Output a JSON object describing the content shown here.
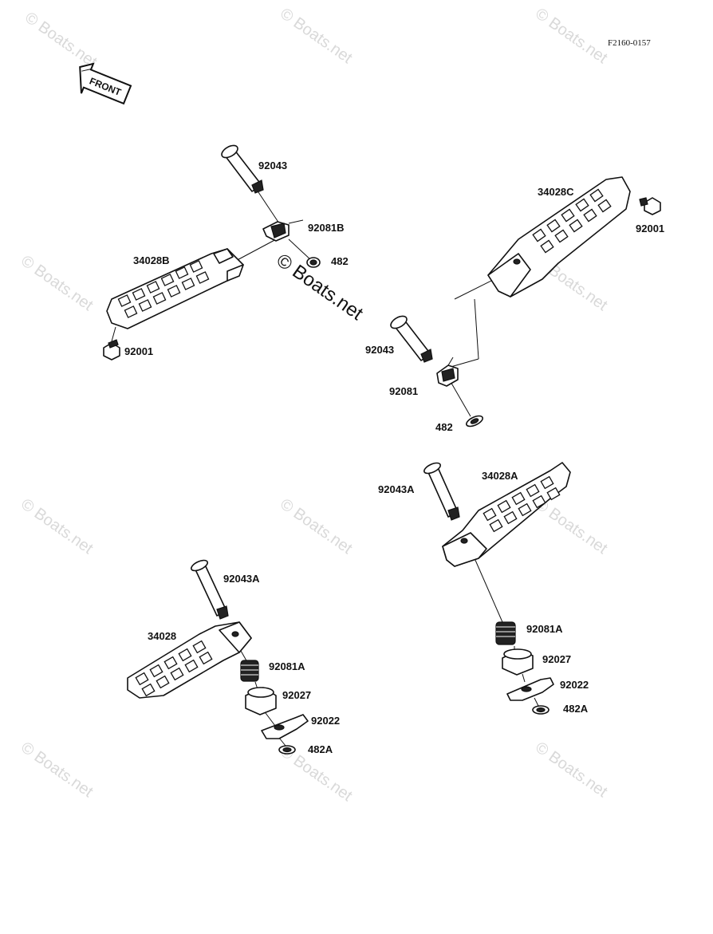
{
  "diagram_code": "F2160-0157",
  "front_arrow_label": "FRONT",
  "watermark_text": "© Boats.net",
  "parts": {
    "left_front": {
      "pin": "92043",
      "spring": "92081B",
      "clip": "482",
      "footpeg": "34028B",
      "bolt": "92001"
    },
    "right_front": {
      "footpeg": "34028C",
      "bolt": "92001",
      "pin": "92043",
      "spring": "92081",
      "clip": "482"
    },
    "left_rear": {
      "pin": "92043A",
      "footpeg": "34028",
      "spring": "92081A",
      "pivot": "92027",
      "plate": "92022",
      "clip": "482A"
    },
    "right_rear": {
      "pin": "92043A",
      "footpeg": "34028A",
      "spring": "92081A",
      "pivot": "92027",
      "plate": "92022",
      "clip": "482A"
    }
  },
  "colors": {
    "line": "#111111",
    "watermark": "#d9d9d9",
    "background": "#ffffff"
  }
}
